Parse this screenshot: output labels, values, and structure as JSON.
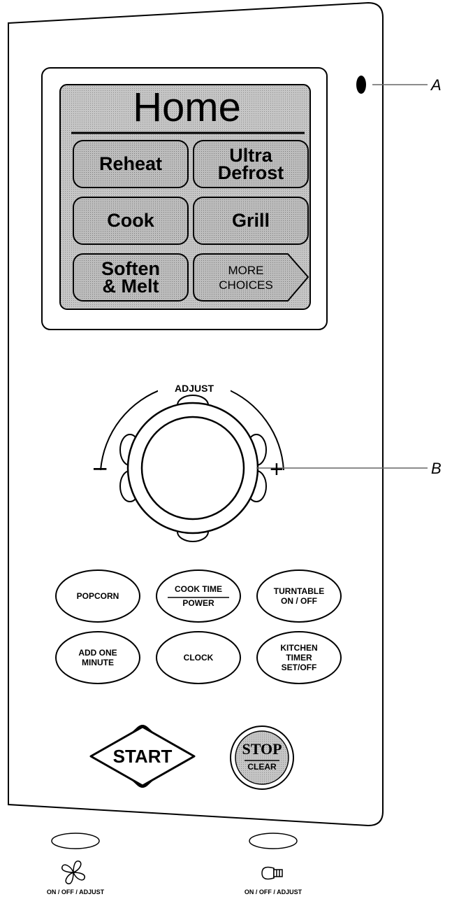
{
  "screen": {
    "title": "Home",
    "buttons": [
      {
        "label": "Reheat"
      },
      {
        "label": "Ultra\nDefrost"
      },
      {
        "label": "Cook"
      },
      {
        "label": "Grill"
      },
      {
        "label": "Soften\n& Melt"
      },
      {
        "label": "MORE\nCHOICES"
      }
    ]
  },
  "dial": {
    "label": "ADJUST",
    "minus": "−",
    "plus": "+"
  },
  "keypad": {
    "popcorn": "POPCORN",
    "cook_time": "COOK TIME",
    "power": "POWER",
    "turntable": "TURNTABLE",
    "turntable_sub": "ON / OFF",
    "add_one": "ADD ONE",
    "minute": "MINUTE",
    "clock": "CLOCK",
    "kitchen": "KITCHEN",
    "timer": "TIMER",
    "set_off": "SET/OFF",
    "start": "START",
    "stop": "STOP",
    "clear": "CLEAR"
  },
  "callouts": {
    "a": "A",
    "b": "B"
  },
  "bottom": {
    "fan_label": "ON / OFF / ADJUST",
    "light_label": "ON / OFF / ADJUST"
  },
  "colors": {
    "screen_fill": "#b9b9b9",
    "button_fill": "#b0b0b0",
    "line": "#000000"
  }
}
